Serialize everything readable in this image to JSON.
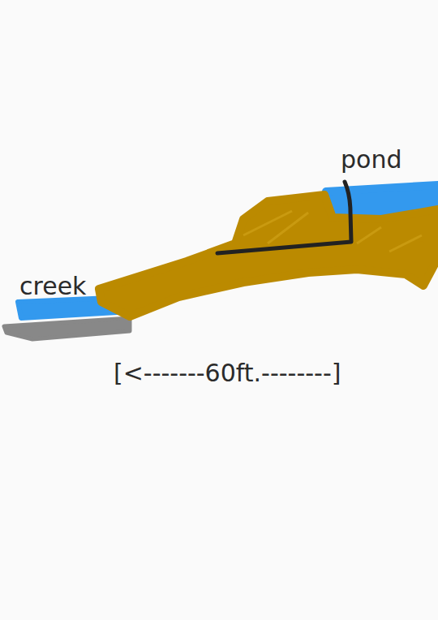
{
  "diagram": {
    "labels": [
      "pond",
      "creek",
      "[<-------60ft.--------]"
    ]
  }
}
